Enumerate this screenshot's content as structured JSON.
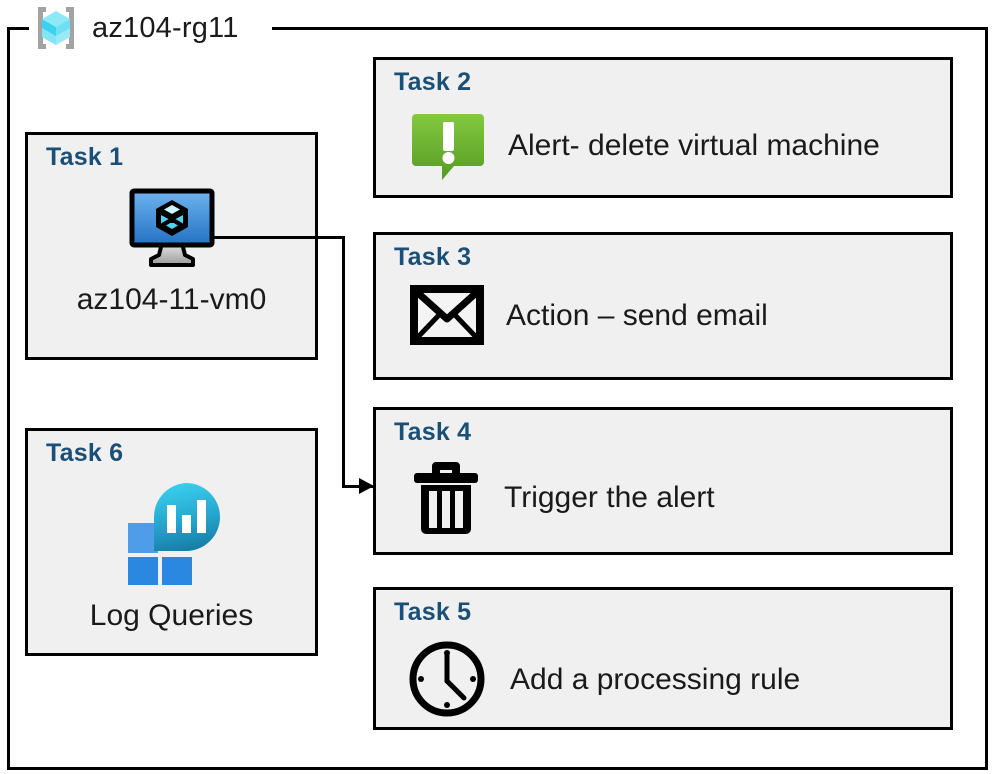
{
  "container": {
    "title": "az104-rg11",
    "icon": "resource-group-icon",
    "border_color": "#000000"
  },
  "theme": {
    "card_bg": "#f0f0f0",
    "card_border": "#000000",
    "task_label_color": "#1a5078",
    "text_color": "#1a1a1a",
    "alert_green_light": "#7cc242",
    "alert_green_dark": "#579b22",
    "vm_blue_light": "#5ea8ea",
    "vm_blue_dark": "#2473c6",
    "log_square_blue": "#2b88e0",
    "log_square_blue_light": "#4f9ce8",
    "log_blob_cyan": "#33c9e9",
    "log_blob_teal": "#1b7fa8",
    "rg_cube_cyan": "#7fe3f5",
    "rg_bracket_gray": "#a0a0a0"
  },
  "tasks": [
    {
      "id": "task1",
      "label": "Task 1",
      "caption": "az104-11-vm0",
      "icon": "virtual-machine-icon",
      "layout": "stacked"
    },
    {
      "id": "task2",
      "label": "Task 2",
      "caption": "Alert- delete virtual machine",
      "icon": "alert-exclamation-icon",
      "layout": "row"
    },
    {
      "id": "task3",
      "label": "Task 3",
      "caption": "Action – send email",
      "icon": "envelope-icon",
      "layout": "row"
    },
    {
      "id": "task4",
      "label": "Task 4",
      "caption": "Trigger the alert",
      "icon": "trash-icon",
      "layout": "row"
    },
    {
      "id": "task5",
      "label": "Task 5",
      "caption": "Add a processing rule",
      "icon": "clock-icon",
      "layout": "row"
    },
    {
      "id": "task6",
      "label": "Task 6",
      "caption": "Log Queries",
      "icon": "log-analytics-icon",
      "layout": "stacked"
    }
  ],
  "connector": {
    "from": "task1",
    "to": "task4",
    "style": "orthogonal-arrow"
  }
}
